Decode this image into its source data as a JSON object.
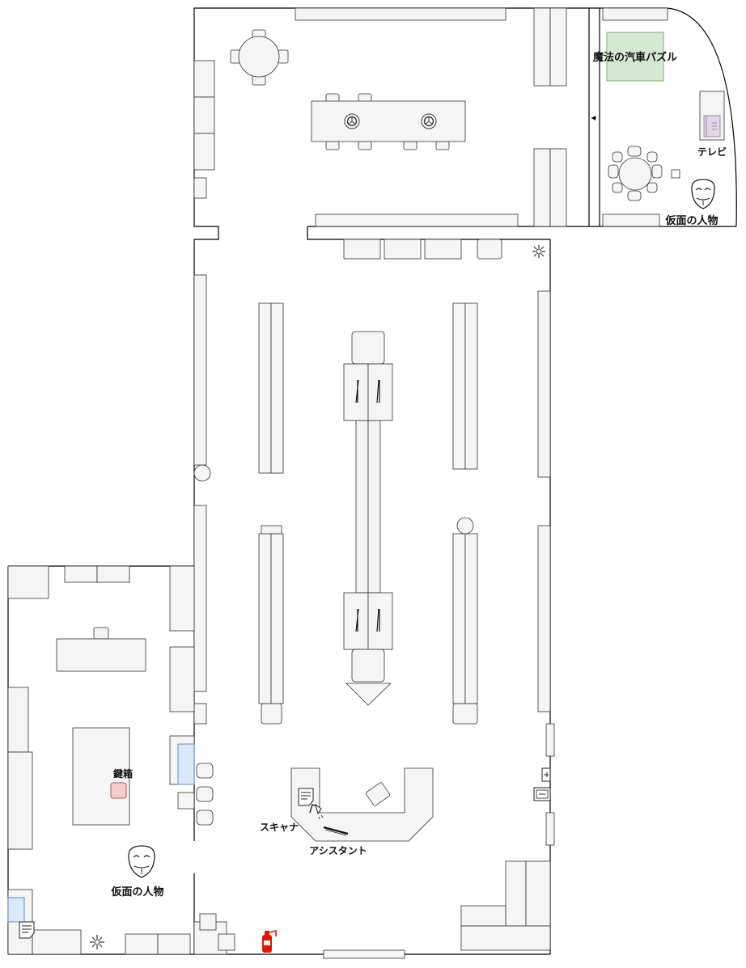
{
  "labels": {
    "magic_train_puzzle": "魔法の汽車パズル",
    "tv": "テレビ",
    "masked_person_top": "仮面の人物",
    "key_box": "鍵箱",
    "masked_person_left": "仮面の人物",
    "scanner": "スキャナ",
    "assistant": "アシスタント"
  },
  "colors": {
    "puzzle_fill": "#d5e8d4",
    "puzzle_stroke": "#82b366",
    "keybox_fill": "#f8cecc",
    "keybox_stroke": "#b85450",
    "window_fill": "#dae8fc",
    "window_stroke": "#6c8ebf",
    "tv_fill": "#e1d5e7",
    "extinguisher": "#e51400"
  },
  "icons": [
    "round-table-icon",
    "steering-wheel-icon",
    "mask-icon",
    "flower-icon",
    "tv-icon",
    "note-icon",
    "lamp-icon",
    "extinguisher-icon",
    "pen-icon",
    "triangle-marker-icon",
    "outlet-icon"
  ]
}
